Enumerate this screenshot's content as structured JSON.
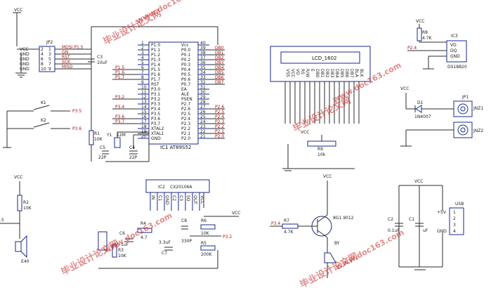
{
  "nets": {
    "vcc": "VCC",
    "gnd": "GND"
  },
  "jp2": {
    "name": "JP2",
    "left_labels": [
      "VCC",
      "GND",
      "GND",
      "GND",
      "GND"
    ],
    "pins": [
      "2",
      "1",
      "4",
      "3",
      "6",
      "5",
      "8",
      "7",
      "10",
      "9"
    ],
    "right_labels": [
      "MOSI P1.5",
      "GN",
      "RST",
      "SCK",
      "MISO"
    ],
    "net_labels": [
      "",
      "",
      "RST",
      "",
      ""
    ]
  },
  "ic1": {
    "name": "IC1 AT89S52",
    "left_pins": [
      "P1.0",
      "P1.1",
      "P1.2",
      "P1.3",
      "P1.4",
      "P1.5",
      "P1.6",
      "P1.7",
      "RST",
      "P3.0",
      "P3.1",
      "P3.2",
      "P3.3",
      "P3.4",
      "P3.5",
      "P3.6",
      "P3.7",
      "XTAL2",
      "XTAL1",
      "GND"
    ],
    "left_nums": [
      "1",
      "2",
      "3",
      "4",
      "5",
      "6",
      "7",
      "8",
      "9",
      "10",
      "11",
      "12",
      "13",
      "14",
      "15",
      "16",
      "17",
      "18",
      "19",
      "20"
    ],
    "right_pins": [
      "Vcc",
      "P0.0",
      "P0.1",
      "P0.2",
      "P0.3",
      "P0.4",
      "P0.5",
      "P0.6",
      "P0.7",
      "EA",
      "ALE",
      "PSEN",
      "P2.7",
      "P2.6",
      "P2.5",
      "P2.4",
      "P2.3",
      "P2.2",
      "P2.1",
      "P2.0"
    ],
    "right_nums": [
      "40",
      "39",
      "38",
      "37",
      "36",
      "35",
      "34",
      "33",
      "32",
      "31",
      "30",
      "29",
      "28",
      "27",
      "26",
      "25",
      "24",
      "23",
      "22",
      "21"
    ],
    "right_nets": [
      "",
      "DB0",
      "DB1",
      "DB2",
      "DB3",
      "DB4",
      "DB5",
      "DB6",
      "DB7",
      "",
      "",
      "",
      "",
      "P2.6",
      "P2.5",
      "P2.4",
      "P2.3",
      "P2.2",
      "P2.1",
      "P2.0"
    ],
    "left_nets": [
      "",
      "",
      "",
      "",
      "",
      "P1.5",
      "P1.6",
      "P1.7",
      "",
      "",
      "",
      "P3.2",
      "",
      "P3.4",
      "",
      "P3.6",
      "P3.7",
      "",
      "",
      ""
    ]
  },
  "c3": {
    "name": "C3",
    "value": "10uF"
  },
  "k1": {
    "name": "K1",
    "net": "P3.5"
  },
  "k2": {
    "name": "K2",
    "net": "P3.6"
  },
  "r1": {
    "name": "R1",
    "value": "10K"
  },
  "y1": {
    "name": "Y1",
    "value": "12M"
  },
  "c5": {
    "name": "C5",
    "value": "22P"
  },
  "c4": {
    "name": "C4",
    "value": "22P"
  },
  "lcd": {
    "name": "LCD_1602",
    "pins": [
      "VSS",
      "VCC",
      "VO",
      "RS",
      "R/W",
      "E",
      "DB0",
      "DB1",
      "DB2",
      "DB3",
      "DB4",
      "DB5",
      "DB6",
      "DB7",
      "BLA",
      "BLK"
    ]
  },
  "r9": {
    "name": "R9",
    "value": "10k"
  },
  "ds": {
    "name": "IC3",
    "part": "DS18B20",
    "pins": [
      "VD",
      "DQ",
      "GND"
    ],
    "net": "P2.4"
  },
  "r8": {
    "name": "R8",
    "value": "4.7K"
  },
  "d1": {
    "name": "D1",
    "part": "1N4007"
  },
  "jp1": {
    "name": "JP1",
    "j1": "JNZ1",
    "j2": "JNZ2"
  },
  "r2": {
    "name": "R2",
    "value": "10K"
  },
  "e40": {
    "name": "E40"
  },
  "ic2": {
    "name": "IC2",
    "part": "CX20106A",
    "pins": [
      "IN",
      "C1",
      "GND",
      "C2",
      "C3",
      "SO",
      "OUT",
      "VCC"
    ]
  },
  "r4": {
    "name": "R4",
    "value": "4.7"
  },
  "c6": {
    "name": "C6",
    "value": "1uF"
  },
  "r3": {
    "name": "R3",
    "value": "10K"
  },
  "c7": {
    "name": "C7",
    "value": "3.3uF"
  },
  "c8": {
    "name": "C8",
    "value": "330P"
  },
  "r6": {
    "name": "R6",
    "value": "10K"
  },
  "r5": {
    "name": "R5",
    "value": "200K"
  },
  "ic2_net": "P3.2",
  "r7": {
    "name": "R7",
    "value": "4.7K",
    "net": "P3.4"
  },
  "q": {
    "name": "8G1 9012"
  },
  "by": {
    "name": "BY"
  },
  "usb": {
    "name": "USB",
    "pin1": "+5V",
    "pin4": "GND",
    "nums": [
      "1",
      "2",
      "3",
      "4"
    ]
  },
  "c2": {
    "name": "C2",
    "value": "0.1uF"
  },
  "c1": {
    "name": "C1",
    "value": "uF"
  },
  "left_edge_label": ".5",
  "watermark": {
    "cn": "毕业设计论文网",
    "url": "www.doc163.com"
  }
}
